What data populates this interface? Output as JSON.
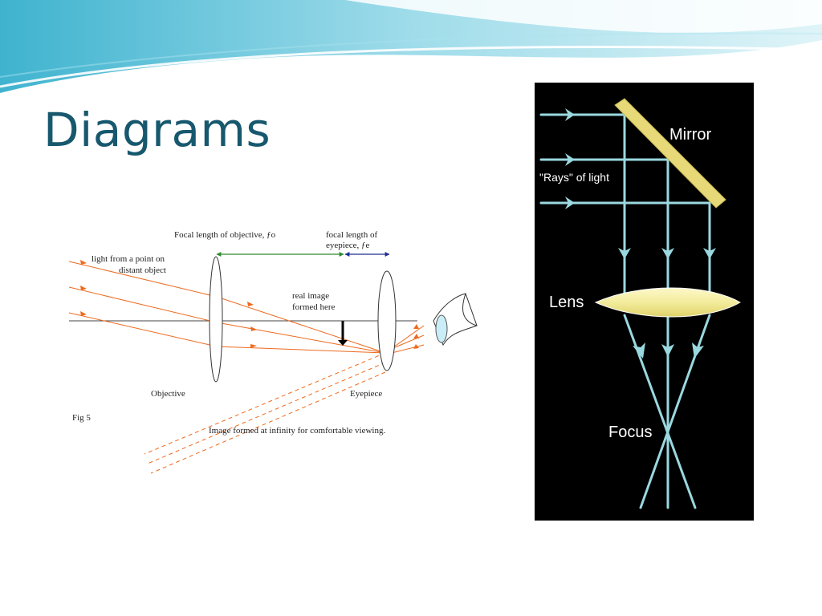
{
  "slide": {
    "title": "Diagrams"
  },
  "telescope": {
    "focal_objective": "Focal length of objective, ƒo",
    "focal_eyepiece_line1": "focal length of",
    "focal_eyepiece_line2": "eyepiece, ƒe",
    "light_line1": "light from a point on",
    "light_line2": "distant object",
    "real_image_line1": "real image",
    "real_image_line2": "formed here",
    "objective": "Objective",
    "eyepiece": "Eyepiece",
    "fig": "Fig 5",
    "infinity": "Image formed at infinity for comfortable viewing."
  },
  "reflector": {
    "mirror": "Mirror",
    "rays": "\"Rays\" of light",
    "lens": "Lens",
    "focus": "Focus"
  },
  "colors": {
    "title": "#17586e",
    "ray_orange": "#ee6a1e",
    "focal_green": "#2e8b2e",
    "focal_blue": "#1f2f8f",
    "ray_cyan": "#9ad8e0",
    "mirror_yellow": "#e8d978",
    "lens_yellow": "#f3ec9c"
  }
}
